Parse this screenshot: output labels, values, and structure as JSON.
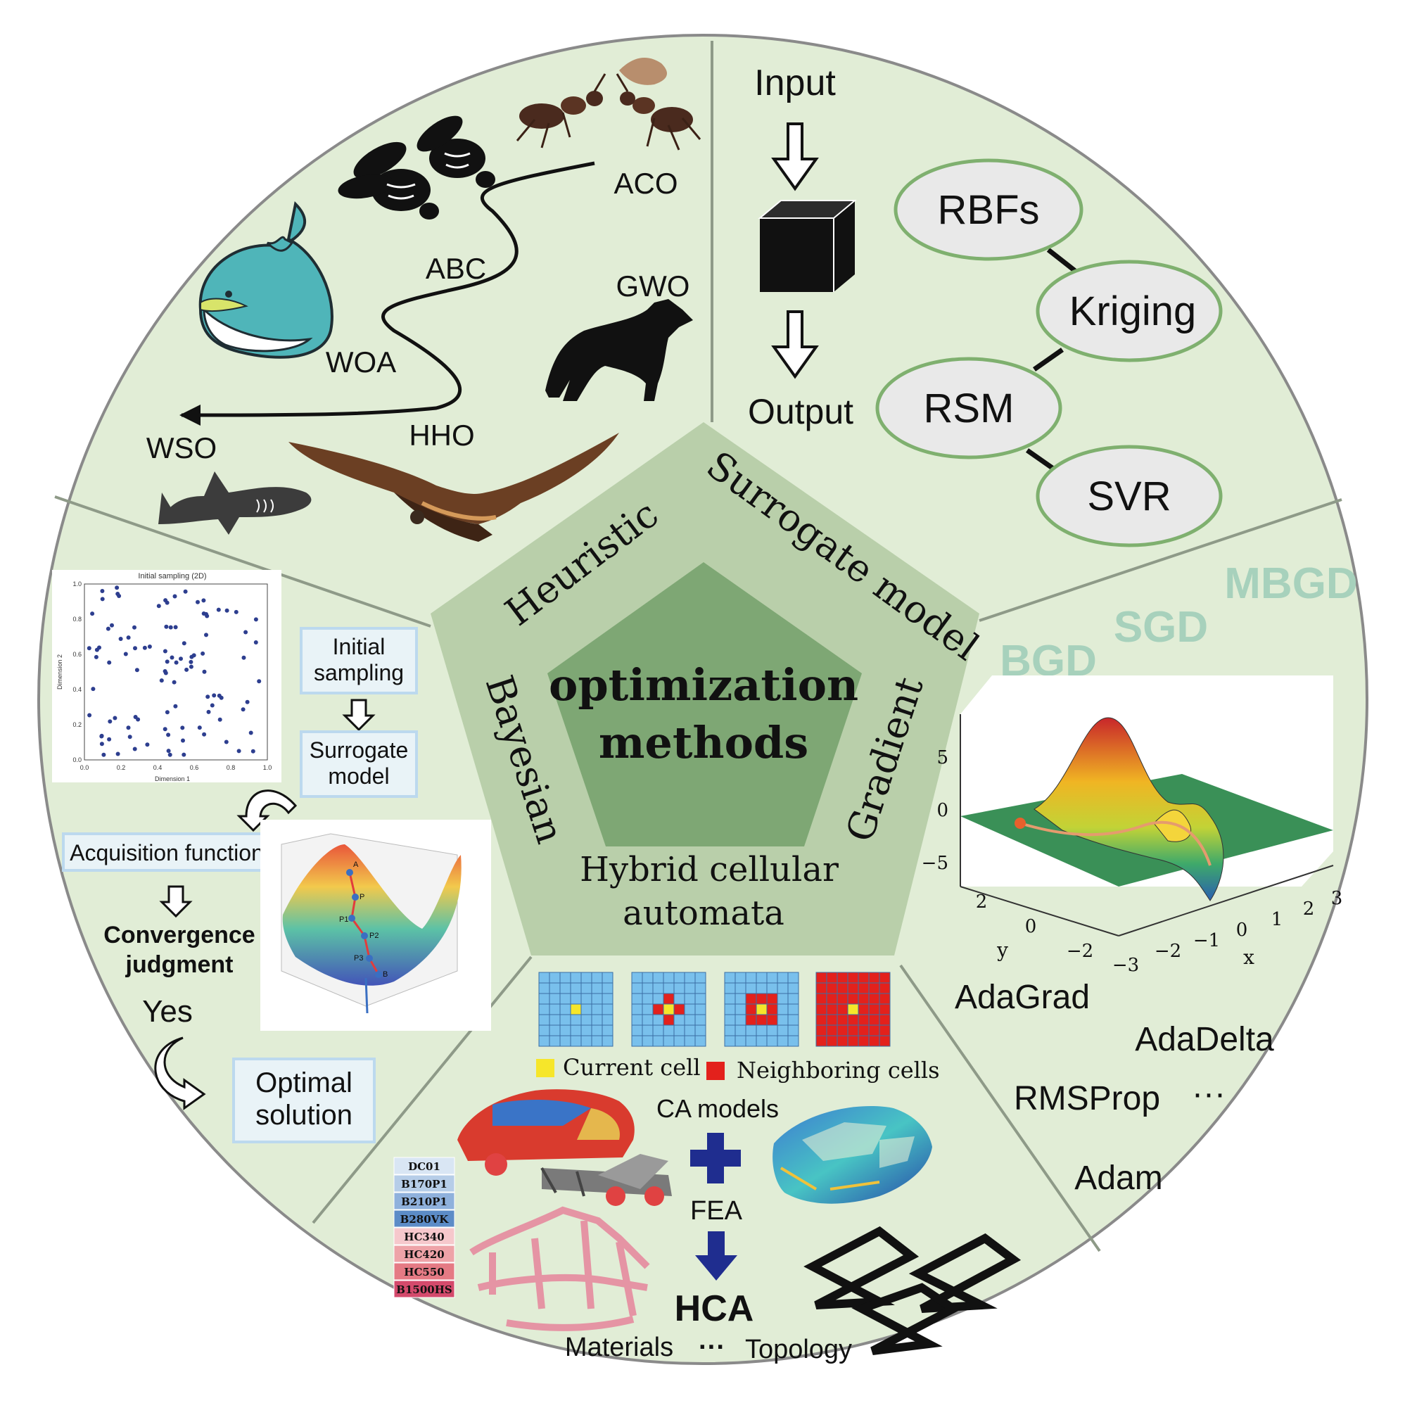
{
  "center": {
    "title_line1": "optimization",
    "title_line2": "methods"
  },
  "pentagon_labels": {
    "heuristic": "Heuristic",
    "surrogate": "Surrogate model",
    "gradient": "Gradient",
    "hybrid_line1": "Hybrid cellular",
    "hybrid_line2": "automata",
    "bayesian": "Bayesian"
  },
  "heuristic": {
    "algorithms": [
      "ACO",
      "ABC",
      "GWO",
      "WOA",
      "HHO",
      "WSO"
    ]
  },
  "surrogate": {
    "input": "Input",
    "output": "Output",
    "models": [
      "RBFs",
      "Kriging",
      "RSM",
      "SVR"
    ]
  },
  "gradient": {
    "variants": [
      "MBGD",
      "SGD",
      "BGD"
    ],
    "z_ticks": [
      "5",
      "0",
      "−5"
    ],
    "y_ticks": [
      "2",
      "0",
      "−2"
    ],
    "x_ticks": [
      "−3",
      "−2",
      "−1",
      "0",
      "1",
      "2",
      "3"
    ],
    "y_label": "y",
    "x_label": "x",
    "optimizers": [
      "AdaGrad",
      "AdaDelta",
      "RMSProp",
      "···",
      "Adam"
    ]
  },
  "hca": {
    "legend_current": "Current cell",
    "legend_neighbor": "Neighboring cells",
    "ca_models": "CA models",
    "fea": "FEA",
    "hca": "HCA",
    "materials": "Materials",
    "dots": "···",
    "topology": "Topology",
    "material_list": [
      "DC01",
      "B170P1",
      "B210P1",
      "B280VK",
      "HC340",
      "HC420",
      "HC550",
      "B1500HS"
    ],
    "material_colors": [
      "#d9e6f4",
      "#b6cde8",
      "#8fb1dc",
      "#5c8cc7",
      "#f6c8cc",
      "#eea3a8",
      "#e57a84",
      "#d44a6c"
    ]
  },
  "bayesian": {
    "plot_title": "Initial sampling (2D)",
    "plot_xlabel": "Dimension 1",
    "plot_ylabel": "Dimension 2",
    "plot_ticks": [
      "0.0",
      "0.2",
      "0.4",
      "0.6",
      "0.8",
      "1.0"
    ],
    "step1_line1": "Initial",
    "step1_line2": "sampling",
    "step2_line1": "Surrogate",
    "step2_line2": "model",
    "acquisition": "Acquisition function",
    "convergence_line1": "Convergence",
    "convergence_line2": "judgment",
    "yes": "Yes",
    "optimal_line1": "Optimal",
    "optimal_line2": "solution",
    "bowl_points": [
      "A",
      "P",
      "P1",
      "P2",
      "P3",
      "B"
    ]
  },
  "colors": {
    "circle_fill": "#e1edd6",
    "pentagon_outer": "#b9cfaa",
    "pentagon_inner": "#7ea774",
    "ellipse_stroke": "#7fb06f",
    "ellipse_fill": "#e9e9e9",
    "gd_text": "#a7d1bc",
    "box_stroke": "#bcd9ee",
    "box_fill": "#e9f3f7"
  }
}
